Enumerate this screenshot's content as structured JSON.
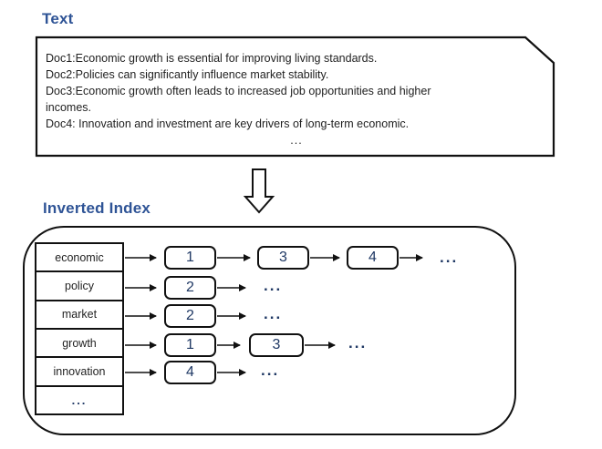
{
  "text_section": {
    "heading": "Text",
    "doc_box": {
      "lines": [
        "Doc1:Economic growth is essential for improving living standards.",
        "Doc2:Policies can significantly influence market stability.",
        "Doc3:Economic growth often leads to increased job opportunities and higher",
        "incomes.",
        "Doc4: Innovation and investment are key drivers of long-term economic."
      ],
      "ellipsis": "..."
    }
  },
  "index": {
    "heading": "Inverted Index",
    "rows": [
      {
        "term": "economic",
        "postings": [
          "1",
          "3",
          "4"
        ],
        "more": "..."
      },
      {
        "term": "policy",
        "postings": [
          "2"
        ],
        "more": "..."
      },
      {
        "term": "market",
        "postings": [
          "2"
        ],
        "more": "..."
      },
      {
        "term": "growth",
        "postings": [
          "1",
          "3"
        ],
        "more": "..."
      },
      {
        "term": "innovation",
        "postings": [
          "4"
        ],
        "more": "..."
      }
    ],
    "more_terms": "..."
  },
  "icons": {
    "down_arrow": "block-down-arrow"
  },
  "colors": {
    "heading": "#2F5496",
    "posting_number": "#1F3864",
    "ellipsis": "#1F3864",
    "body_text": "#1f1f1f",
    "outline": "#111111"
  }
}
